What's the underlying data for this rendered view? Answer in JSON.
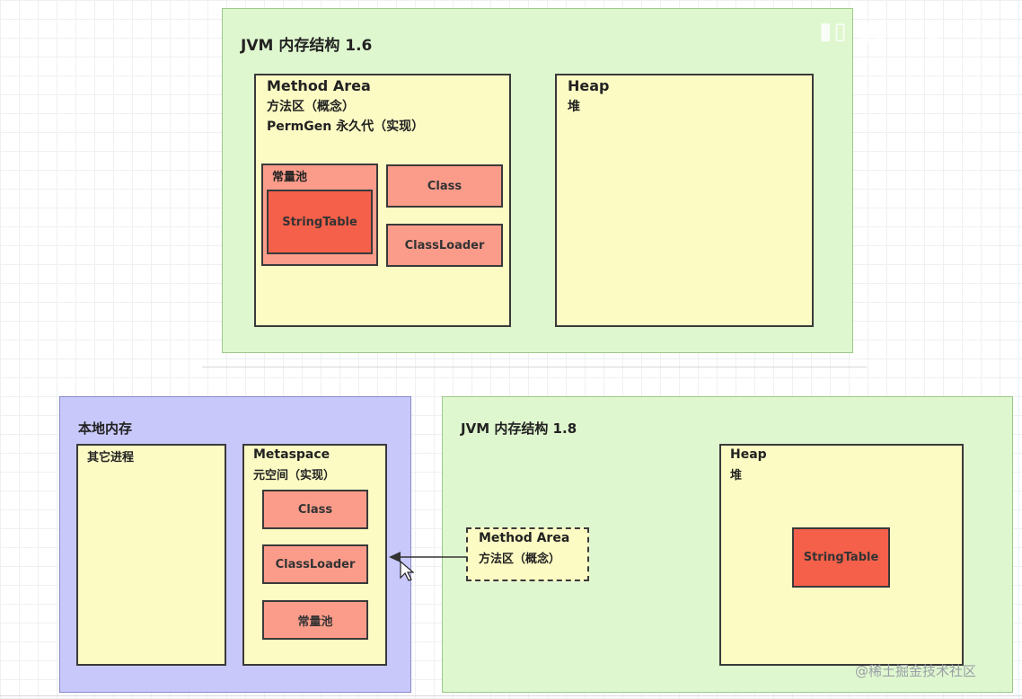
{
  "top": {
    "container_title": "JVM 内存结构 1.6",
    "method_area": {
      "title": "Method Area",
      "subtitle1": "方法区（概念）",
      "subtitle2": "PermGen 永久代（实现）",
      "constant_pool": {
        "label": "常量池",
        "inner": "StringTable"
      },
      "class_label": "Class",
      "classloader_label": "ClassLoader"
    },
    "heap": {
      "title": "Heap",
      "subtitle": "堆"
    }
  },
  "native": {
    "title": "本地内存",
    "other_process": "其它进程",
    "metaspace": {
      "title": "Metaspace",
      "subtitle": "元空间（实现）",
      "class_label": "Class",
      "classloader_label": "ClassLoader",
      "constant_pool_label": "常量池"
    }
  },
  "bottom": {
    "container_title": "JVM 内存结构 1.8",
    "method_area": {
      "title": "Method Area",
      "subtitle": "方法区（概念）"
    },
    "heap": {
      "title": "Heap",
      "subtitle": "堆",
      "string_table": "StringTable"
    }
  },
  "watermarks": {
    "bottom_right": "@稀土掘金技术社区"
  },
  "colors": {
    "container_green": "#dff7cf",
    "container_purple": "#c9c8fb",
    "box_yellow": "#fdfbc4",
    "box_pink": "#fb9c8a",
    "box_red": "#f4604a"
  }
}
